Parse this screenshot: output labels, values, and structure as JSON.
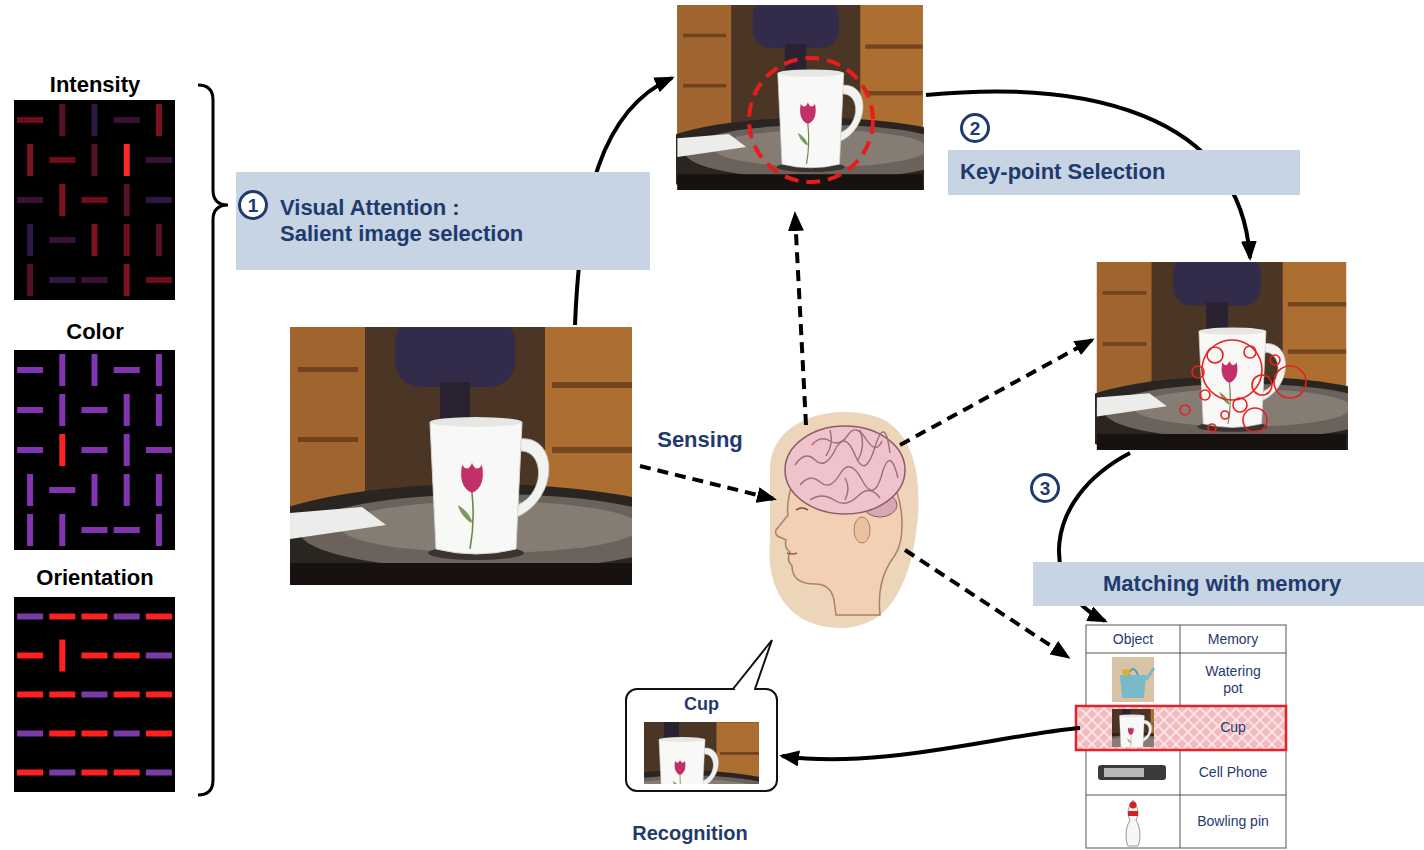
{
  "diagram": {
    "nodes": [
      {
        "text": [
          "Visual Attention : Salient image selection"
        ]
      },
      {
        "text": [
          "Key-point Selection"
        ]
      },
      {
        "text": [
          "Matching with memory"
        ]
      },
      {
        "text": [
          "Cup"
        ]
      }
    ],
    "labels": [
      "Intensity",
      "Color",
      "Orientation",
      "1",
      "2",
      "3",
      "Sensing",
      "Recognition",
      "Object",
      "Memory",
      "Watering pot",
      "Cup",
      "Cell Phone",
      "Bowling pin"
    ]
  }
}
